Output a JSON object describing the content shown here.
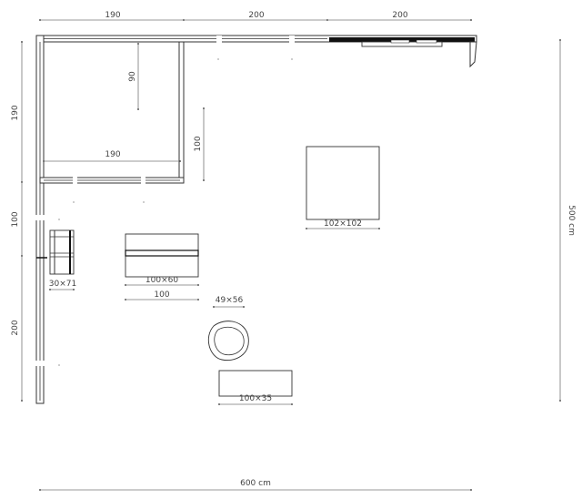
{
  "diagram": {
    "dimensions": {
      "top_left": "190",
      "top_middle": "200",
      "top_right": "200",
      "left_upper": "190",
      "left_middle": "100",
      "left_lower": "200",
      "right_total": "500 cm",
      "bottom_total": "600 cm",
      "inner_height": "90",
      "inner_width": "190",
      "partition_depth": "100"
    },
    "furniture": {
      "stool_size": "30×71",
      "bench_size": "100×60",
      "bench_depth": "100",
      "chair_size": "49×56",
      "low_table_size": "100×35",
      "square_table_size": "102×102"
    }
  }
}
